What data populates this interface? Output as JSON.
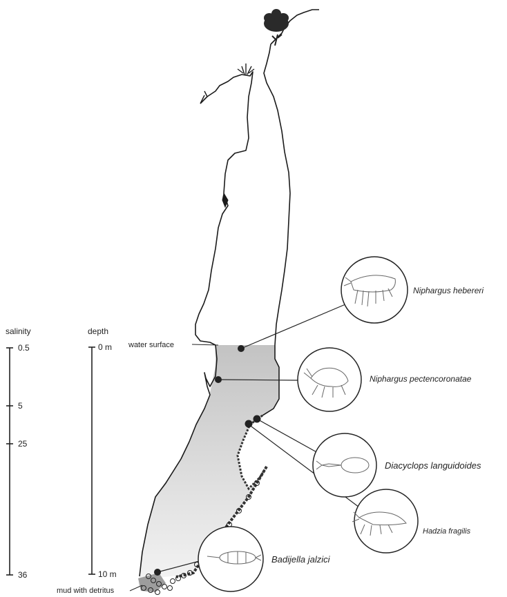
{
  "salinity_scale": {
    "title": "salinity",
    "ticks": [
      "0.5",
      "5",
      "25",
      "36"
    ]
  },
  "depth_scale": {
    "title": "depth",
    "top_label": "0 m",
    "bottom_label": "10 m"
  },
  "annotations": {
    "water_surface": "water surface",
    "mud": "mud with detritus"
  },
  "species": [
    {
      "name": "Niphargus hebereri",
      "icon": "amphipod-icon"
    },
    {
      "name": "Niphargus pectencoronatae",
      "icon": "amphipod-icon"
    },
    {
      "name": "Diacyclops languidoides",
      "icon": "copepod-icon"
    },
    {
      "name": "Hadzia fragilis",
      "icon": "amphipod-icon"
    },
    {
      "name": "Badijella jalzici",
      "icon": "copepod-icon"
    }
  ],
  "colors": {
    "water_top": "#c7c7c7",
    "water_bottom": "#f2f2f2",
    "outline": "#1a1a1a"
  }
}
